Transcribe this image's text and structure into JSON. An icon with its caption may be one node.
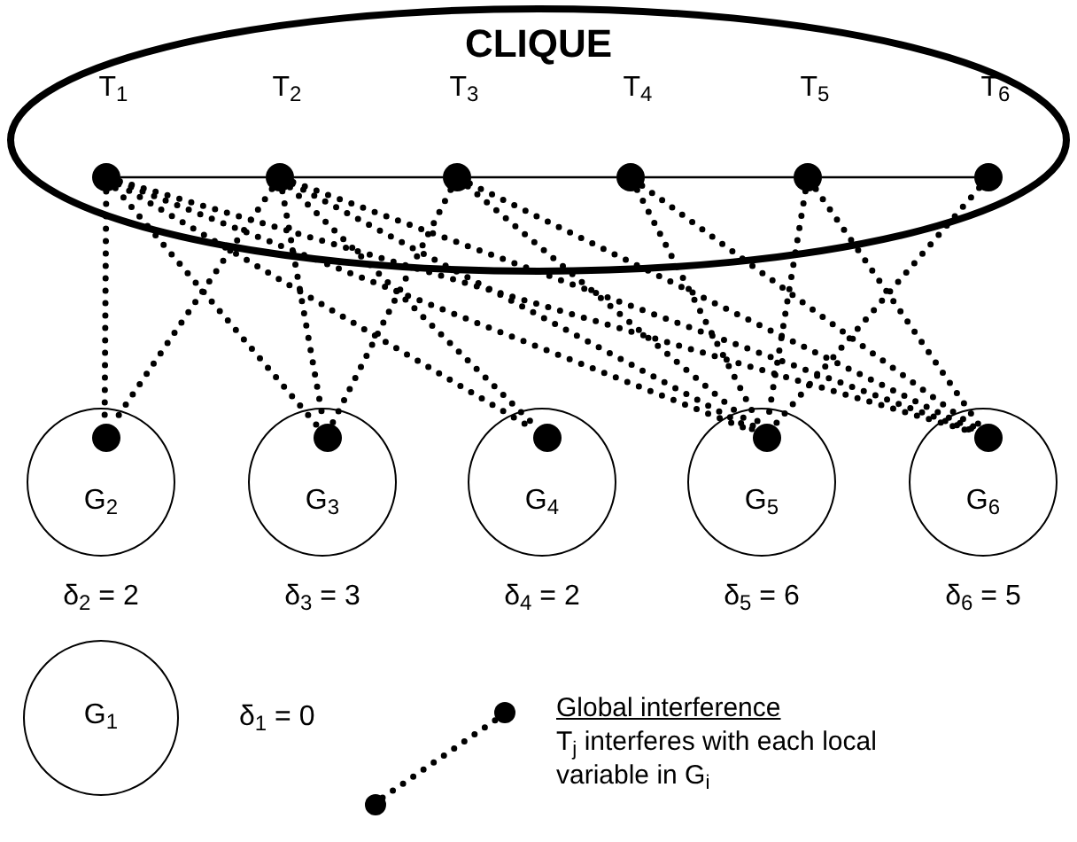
{
  "diagram": {
    "nodes": [
      {
        "text": [
          "CLIQUE"
        ]
      },
      {
        "text": [
          "T$_{1}$"
        ],
        "in": 0
      },
      {
        "text": [
          "T$_{2}$"
        ],
        "in": 0
      },
      {
        "text": [
          "T$_{3}$"
        ],
        "in": 0
      },
      {
        "text": [
          "T$_{4}$"
        ],
        "in": 0
      },
      {
        "text": [
          "T$_{5}$"
        ],
        "in": 0
      },
      {
        "text": [
          "T$_{6}$"
        ],
        "in": 0
      },
      {
        "text": [
          "G$_{2}$"
        ],
        "beside": [
          "δ$_{2}$ = 2"
        ]
      },
      {
        "text": [],
        "shape": "circle",
        "in": 7
      },
      {
        "text": [
          "G$_{3}$"
        ],
        "beside": [
          "δ$_{3}$ = 3"
        ]
      },
      {
        "text": [],
        "shape": "circle",
        "in": 9
      },
      {
        "text": [
          "G$_{4}$"
        ],
        "beside": [
          "δ$_{4}$ = 2"
        ]
      },
      {
        "text": [],
        "shape": "circle",
        "in": 11
      },
      {
        "text": [
          "G$_{5}$"
        ],
        "beside": [
          "δ$_{5}$ = 6"
        ]
      },
      {
        "text": [],
        "shape": "circle",
        "in": 13
      },
      {
        "text": [
          "G$_{6}$"
        ],
        "beside": [
          "δ$_{6}$ = 5"
        ]
      },
      {
        "text": [],
        "shape": "circle",
        "in": 15
      },
      {
        "text": [
          "G$_{1}$"
        ],
        "beside": [
          "δ$_{1}$ = 0"
        ]
      }
    ],
    "edges": [
      {
        "from": 1,
        "to": 2,
        "arrow": "none"
      },
      {
        "from": 2,
        "to": 3,
        "arrow": "none"
      },
      {
        "from": 3,
        "to": 4,
        "arrow": "none"
      },
      {
        "from": 4,
        "to": 5,
        "arrow": "none"
      },
      {
        "from": 5,
        "to": 6,
        "arrow": "none"
      },
      {
        "from": 1,
        "to": 8,
        "arrow": "none",
        "style": "dashed"
      },
      {
        "from": 1,
        "to": 10,
        "arrow": "none",
        "style": "dashed"
      },
      {
        "from": 1,
        "to": 12,
        "arrow": "none",
        "style": "dashed"
      },
      {
        "from": 1,
        "to": 14,
        "arrow": "none",
        "style": "dashed"
      },
      {
        "from": 1,
        "to": 16,
        "arrow": "none",
        "style": "dashed"
      },
      {
        "from": 2,
        "to": 8,
        "arrow": "none",
        "style": "dashed"
      },
      {
        "from": 2,
        "to": 10,
        "arrow": "none",
        "style": "dashed"
      },
      {
        "from": 2,
        "to": 12,
        "arrow": "none",
        "style": "dashed"
      },
      {
        "from": 2,
        "to": 14,
        "arrow": "none",
        "style": "dashed"
      },
      {
        "from": 2,
        "to": 16,
        "arrow": "none",
        "style": "dashed"
      },
      {
        "from": 3,
        "to": 10,
        "arrow": "none",
        "style": "dashed"
      },
      {
        "from": 3,
        "to": 14,
        "arrow": "none",
        "style": "dashed"
      },
      {
        "from": 3,
        "to": 16,
        "arrow": "none",
        "style": "dashed"
      },
      {
        "from": 4,
        "to": 14,
        "arrow": "none",
        "style": "dashed"
      },
      {
        "from": 4,
        "to": 16,
        "arrow": "none",
        "style": "dashed"
      },
      {
        "from": 5,
        "to": 14,
        "arrow": "none",
        "style": "dashed"
      },
      {
        "from": 5,
        "to": 16,
        "arrow": "none",
        "style": "dashed"
      },
      {
        "from": 6,
        "to": 14,
        "arrow": "none",
        "style": "dashed"
      }
    ],
    "legend": [
      {
        "text": "Global interference"
      },
      {
        "text": "T$_{j}$ interferes with each local variable in G$_{i}$"
      }
    ]
  }
}
